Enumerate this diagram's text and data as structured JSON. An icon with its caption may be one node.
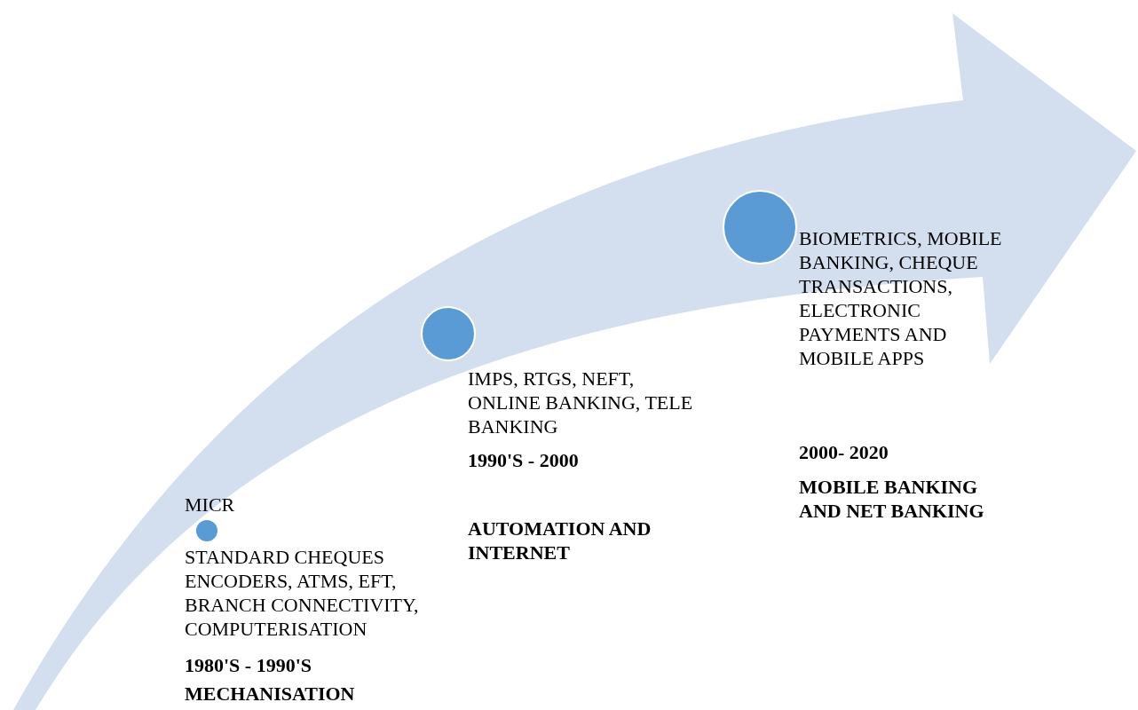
{
  "diagram": {
    "nodes": [
      {
        "text": [],
        "shape": "circle",
        "beside": [
          "MICR",
          "STANDARD CHEQUES ENCODERS, ATMS, EFT, BRANCH CONNECTIVITY, COMPUTERISATION",
          "1980'S - 1990'S",
          "MECHANISATION"
        ]
      },
      {
        "text": [],
        "shape": "circle",
        "beside": [
          "IMPS, RTGS, NEFT, ONLINE BANKING, TELE BANKING",
          "1990'S - 2000",
          "AUTOMATION AND INTERNET"
        ]
      },
      {
        "text": [],
        "shape": "circle",
        "beside": [
          "BIOMETRICS, MOBILE BANKING, CHEQUE TRANSACTIONS, ELECTRONIC PAYMENTS AND MOBILE APPS",
          "2000- 2020",
          "MOBILE BANKING AND NET BANKING"
        ]
      }
    ],
    "edges": []
  }
}
